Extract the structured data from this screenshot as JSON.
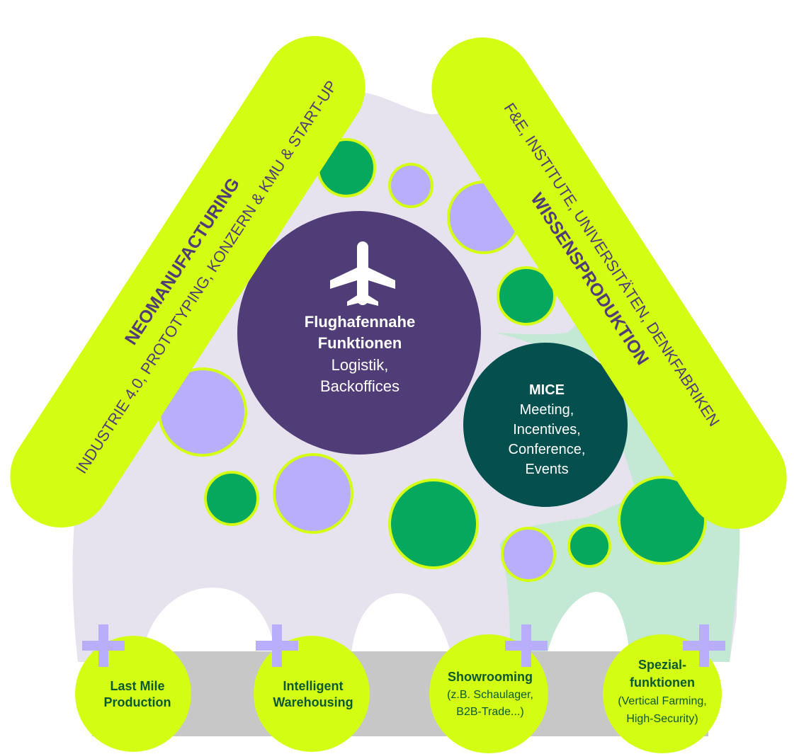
{
  "colors": {
    "lime": "#d4fd14",
    "lavender_bg": "#e6e3ef",
    "mint_bg": "#c3e8d4",
    "purple": "#503d78",
    "dark_teal": "#05504e",
    "green_circle": "#05a85c",
    "lilac_circle": "#b8aefb",
    "plus": "#b8aefb",
    "gray_bar": "#c7c7c7",
    "text_dark": "#503d78",
    "text_green": "#0b5a2f"
  },
  "left_band": {
    "title": "NEOMANUFACTURING",
    "subtitle": "INDUSTRIE 4.0, PROTOTYPING, KONZERN & KMU & START-UP"
  },
  "right_band": {
    "title": "WISSENSPRODUKTION",
    "subtitle": "F&E, INSTITUTE, UNIVERSITÄTEN, DENKFABRIKEN"
  },
  "airport_circle": {
    "icon": "airplane-icon",
    "title_line1": "Flughafennahe",
    "title_line2": "Funktionen",
    "line3": "Logistik,",
    "line4": "Backoffices"
  },
  "mice_circle": {
    "title": "MICE",
    "line1": "Meeting,",
    "line2": "Incentives,",
    "line3": "Conference,",
    "line4": "Events"
  },
  "bottom_items": [
    {
      "line1": "Last Mile",
      "line2": "Production",
      "line3": "",
      "line4": ""
    },
    {
      "line1": "Intelligent",
      "line2": "Warehousing",
      "line3": "",
      "line4": ""
    },
    {
      "line1": "Showrooming",
      "line2": "(z.B. Schaulager,",
      "line3": "B2B-Trade...)",
      "line4": ""
    },
    {
      "line1": "Spezial-",
      "line2": "funktionen",
      "line3": "(Vertical Farming,",
      "line4": "High-Security)"
    }
  ]
}
